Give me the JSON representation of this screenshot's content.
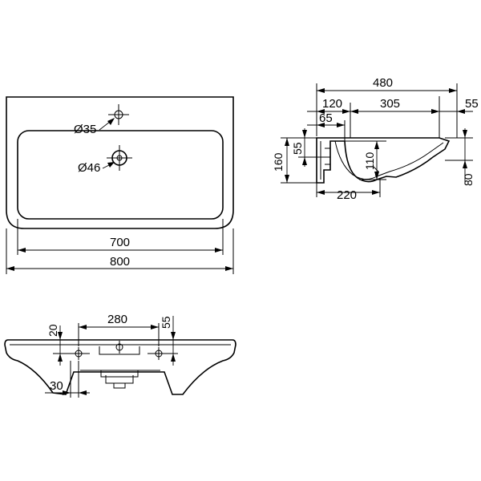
{
  "drawing": {
    "top_view": {
      "dia_tap": "Ø35",
      "dia_drain": "Ø46",
      "inner_width": "700",
      "overall_width": "800"
    },
    "side_section": {
      "overall_depth": "480",
      "front_offset": "120",
      "basin_depth": "305",
      "rear_offset": "55",
      "rim_offset": "65",
      "rim_drop": "55",
      "overall_height": "160",
      "bowl_depth": "110",
      "bowl_width": "220",
      "back_height": "80"
    },
    "front_view": {
      "fixing_spacing": "280",
      "left_height": "20",
      "right_height": "55",
      "side_offset": "30"
    }
  }
}
